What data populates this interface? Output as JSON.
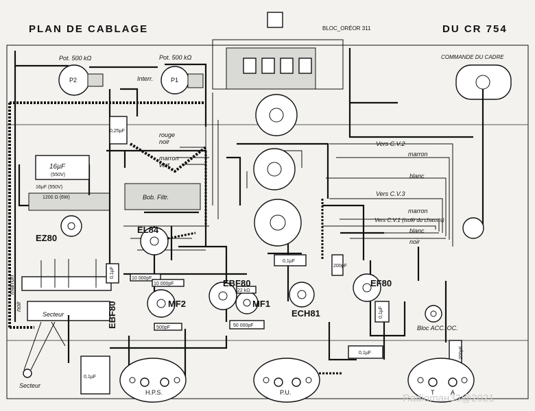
{
  "title_left": "PLAN DE CABLAGE",
  "title_right": "DU CR 754",
  "bloc_label": "BLOC_ORÉOR 311",
  "commande_cadre": "COMMANDE DU CADRE",
  "pot_p2": "Pot. 500 kΩ",
  "pot_p1": "Pot. 500 kΩ",
  "p2": "P2",
  "p1": "P1",
  "interr": "Interr.",
  "cap_025": "0,25µF",
  "cap_16": "16µF",
  "v550": "(550V)",
  "cap_16b": "16µF (550V)",
  "r1200": "1200 Ω (6W)",
  "bob_filtr": "Bob. Filtr.",
  "rouge": "rouge",
  "noir": "noir",
  "marron_vert": "marron",
  "vert": "vert",
  "vers_cv2": "Vers C.V.2",
  "marron1": "marron",
  "blanc1": "blanc",
  "vers_cv3": "Vers C.V.3",
  "marron2": "marron",
  "vers_cv1": "Vers C.V.1 (isolé du chassis)",
  "blanc2": "blanc",
  "noir2": "noir",
  "tubes": {
    "ez80": "EZ80",
    "el84": "EL84",
    "ebf80_left": "EBF80",
    "mf2": "MF2",
    "ebf80": "EBF80",
    "mf1": "MF1",
    "ech81": "ECH81",
    "ef80": "EF80"
  },
  "side_marron": "marron",
  "side_noir": "noir",
  "secteur_block": "Secteur",
  "secteur": "Secteur",
  "hps": "H.P.S.",
  "pu": "P.U.",
  "t": "T",
  "a": "A",
  "bloc_acc": "Bloc ACC. OC.",
  "caps": {
    "c01_a": "0,1µF",
    "c01_b": "0,1µF",
    "c01_c": "0,1µF",
    "c01_d": "0,1µF",
    "c01_e": "0,1µF",
    "c10000a": "10 000pF",
    "c10000b": "10 000pF",
    "c50000": "50 000pF",
    "c500": "500pF",
    "c200a": "200pF",
    "c200b": "200pF",
    "c22k": "22 kΩ"
  },
  "watermark": "Radiomaн33@2021"
}
